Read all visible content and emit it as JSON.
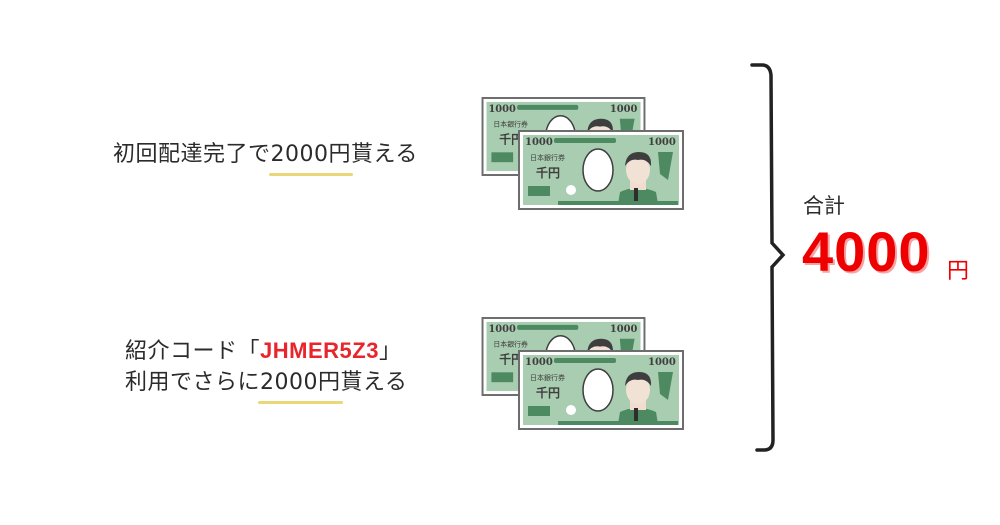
{
  "rewards": [
    {
      "line1_prefix": "初回配達完了で",
      "line1_amount": "2000円",
      "line1_suffix": "貰える",
      "bill_denomination": "1000",
      "bill_issuer": "日本銀行券",
      "bill_face": "千円",
      "bill_count": 2
    },
    {
      "line1_prefix": "紹介コード「",
      "code": "JHMER5Z3",
      "line1_suffix": "」",
      "line2_prefix": "利用でさらに",
      "line2_amount": "2000円",
      "line2_suffix": "貰える",
      "bill_denomination": "1000",
      "bill_issuer": "日本銀行券",
      "bill_face": "千円",
      "bill_count": 2
    }
  ],
  "total": {
    "label": "合計",
    "value": "4000",
    "unit": "円"
  },
  "colors": {
    "accent_red": "#ee0000",
    "code_red": "#e8252b",
    "highlight_yellow": "#e8d36a",
    "bill_green": "#8fbf98",
    "bill_dark_green": "#4e8a61"
  },
  "icons": {
    "bill": "yen-1000-banknote-icon",
    "brace": "curly-brace-icon"
  }
}
